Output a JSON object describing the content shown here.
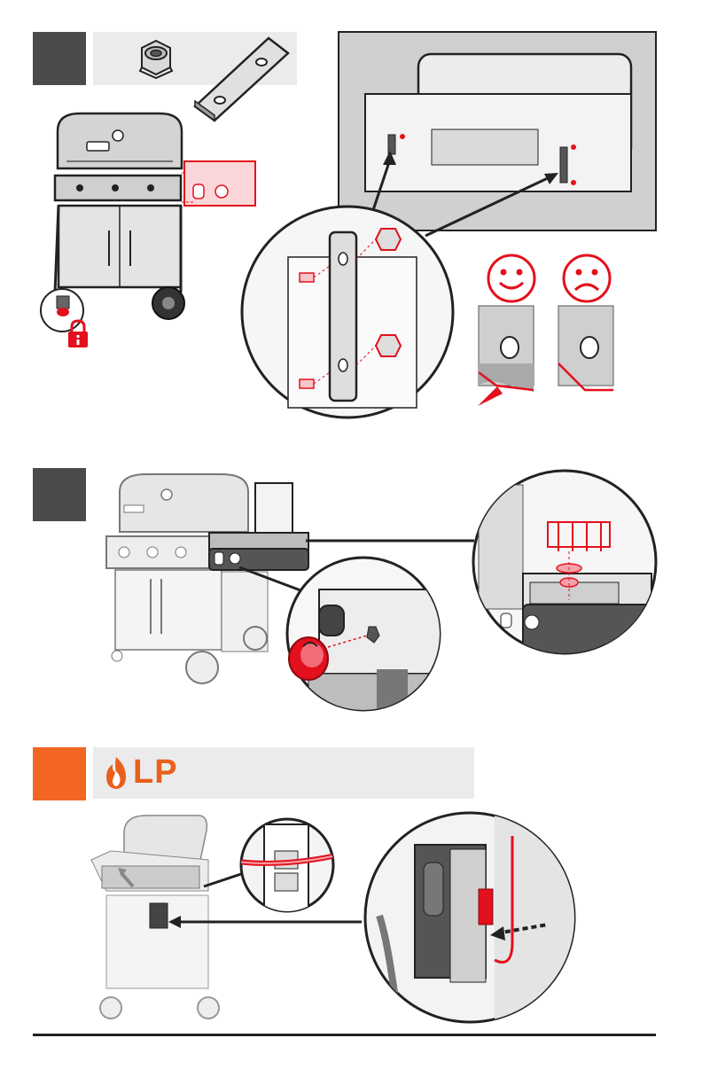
{
  "steps": [
    {
      "id": "step-1",
      "number": "",
      "color": "#4a4a4a"
    },
    {
      "id": "step-2",
      "number": "",
      "color": "#4a4a4a"
    },
    {
      "id": "step-3",
      "number": "",
      "color": "#f26522"
    }
  ],
  "step3": {
    "fuel_label": "LP",
    "fuel_icon": "flame-icon"
  },
  "icons": {
    "correct": "smiley-face-icon",
    "incorrect": "sad-face-icon",
    "lock": "padlock-icon",
    "hardware_nut": "flange-nut-icon",
    "hardware_bracket": "bracket-plate-icon"
  },
  "colors": {
    "accent_red": "#e3101d",
    "step_dark": "#4a4a4a",
    "step_orange": "#f26522",
    "parts_bar": "#ebebeb",
    "line_dark": "#222222"
  }
}
